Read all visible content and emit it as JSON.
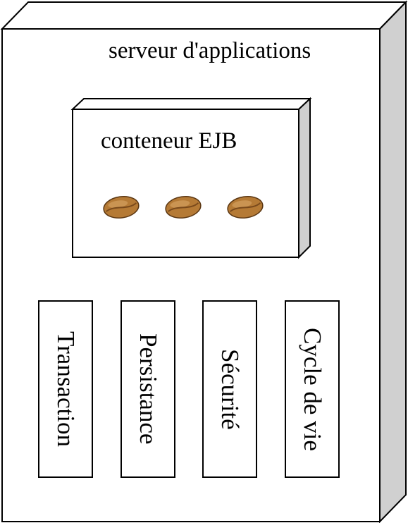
{
  "server": {
    "title": "serveur d'applications"
  },
  "container": {
    "title": "conteneur EJB"
  },
  "beans": [
    {
      "icon": "coffee-bean-icon"
    },
    {
      "icon": "coffee-bean-icon"
    },
    {
      "icon": "coffee-bean-icon"
    }
  ],
  "services": [
    {
      "label": "Transaction"
    },
    {
      "label": "Persistance"
    },
    {
      "label": "Sécurité"
    },
    {
      "label": "Cycle de vie"
    }
  ],
  "colors": {
    "box_fill": "#ffffff",
    "side_fill": "#d0d0d0",
    "stroke": "#000000",
    "bean_fill": "#b57a35",
    "bean_dark": "#7a4a1c"
  }
}
